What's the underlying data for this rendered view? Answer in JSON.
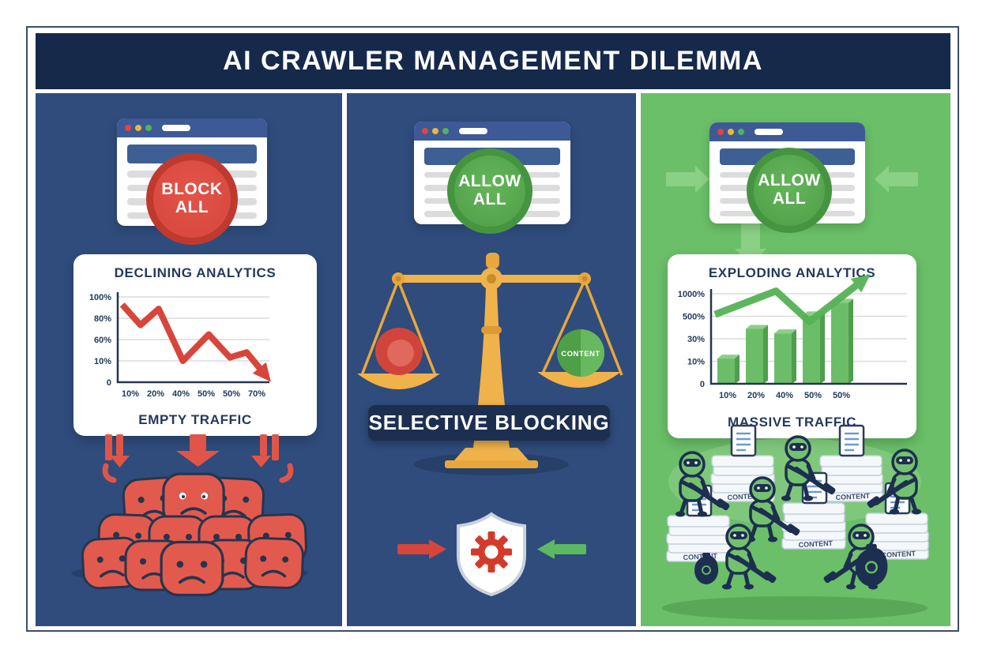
{
  "title": "AI CRAWLER MANAGEMENT DILEMMA",
  "colors": {
    "frame_border": "#3d4d68",
    "header_bg": "#16294b",
    "panel_blue": "#2f4c7c",
    "panel_green": "#6abf68",
    "browser_bar": "#3d5a96",
    "accent_red": "#d8453b",
    "accent_green": "#55a84f",
    "gold": "#f0b24a",
    "banner_navy": "#1d2f50",
    "card_white": "#ffffff",
    "text_navy": "#223a5c",
    "light_green_arrow": "#90d48b",
    "face_red": "#e25a4d",
    "outline_navy": "#26354f"
  },
  "panels": {
    "left": {
      "badge": "BLOCK ALL",
      "chart_title": "DECLINING ANALYTICS",
      "caption": "EMPTY TRAFFIC"
    },
    "middle": {
      "badge": "ALLOW ALL",
      "banner": "SELECTIVE BLOCKING",
      "scale_right_ball_label": "CONTENT"
    },
    "right": {
      "badge": "ALLOW ALL",
      "chart_title": "EXPLODING ANALYTICS",
      "caption": "MASSIVE TRAFFIC",
      "stack_label": "CONTENT"
    }
  },
  "chart_data": [
    {
      "panel": "left",
      "type": "line",
      "title": "DECLINING ANALYTICS",
      "y_ticks": [
        "100%",
        "80%",
        "60%",
        "10%",
        "0"
      ],
      "x_ticks": [
        "10%",
        "20%",
        "40%",
        "50%",
        "50%",
        "70%"
      ],
      "points_pct": [
        [
          3,
          91
        ],
        [
          15,
          67
        ],
        [
          27,
          86
        ],
        [
          43,
          25
        ],
        [
          60,
          56
        ],
        [
          74,
          29
        ],
        [
          85,
          35
        ],
        [
          97,
          9
        ]
      ],
      "line_color": "#d8453b",
      "grid": true,
      "legend": "none"
    },
    {
      "panel": "right",
      "type": "bar",
      "title": "EXPLODING ANALYTICS",
      "y_ticks": [
        "1000%",
        "500%",
        "30%",
        "10%",
        "0"
      ],
      "x_ticks": [
        "10%",
        "20%",
        "40%",
        "50%",
        "50%"
      ],
      "values_pct": [
        28,
        61,
        56,
        76,
        90
      ],
      "bar_color": "#6cbd68",
      "bar_side_color": "#4f9e4d",
      "bar_top_color": "#8ccf86",
      "trend_points_pct": [
        [
          0,
          77
        ],
        [
          40,
          103
        ],
        [
          62,
          69
        ],
        [
          97,
          115
        ]
      ],
      "trend_color": "#55b356",
      "grid": true,
      "legend": "none"
    }
  ]
}
